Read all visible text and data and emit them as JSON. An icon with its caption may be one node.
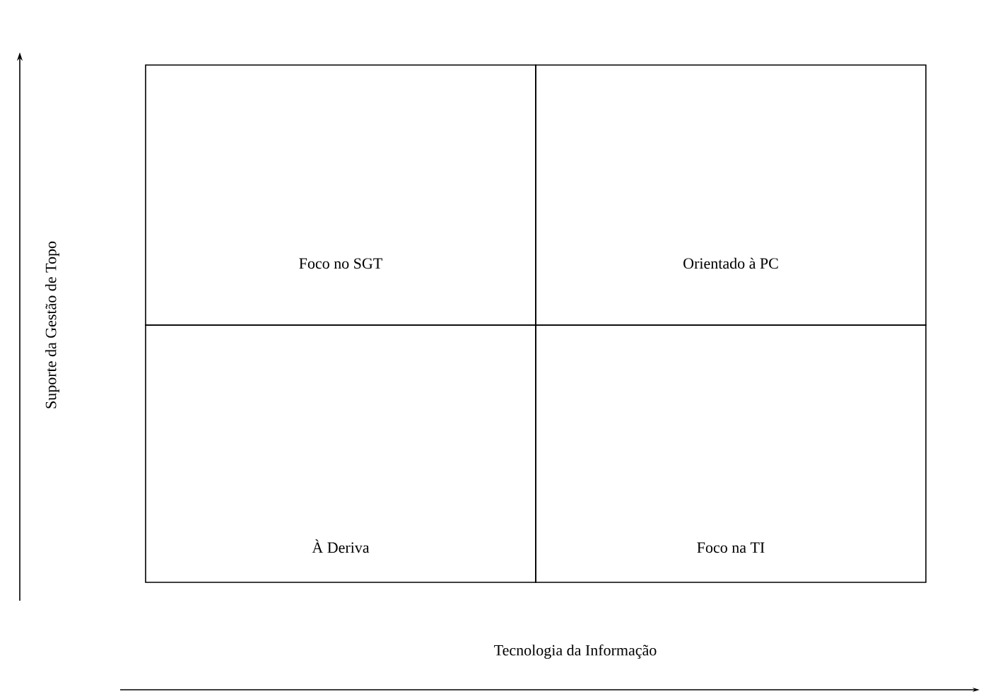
{
  "diagram": {
    "nodes": [
      {
        "text": [
          "Foco no SGT"
        ]
      },
      {
        "text": [
          "Orientado à PC"
        ]
      },
      {
        "text": [
          "À Deriva"
        ]
      },
      {
        "text": [
          "Foco na TI"
        ]
      }
    ],
    "labels": [
      "Suporte da Gestão de Topo",
      "Tecnologia da Informação"
    ]
  }
}
